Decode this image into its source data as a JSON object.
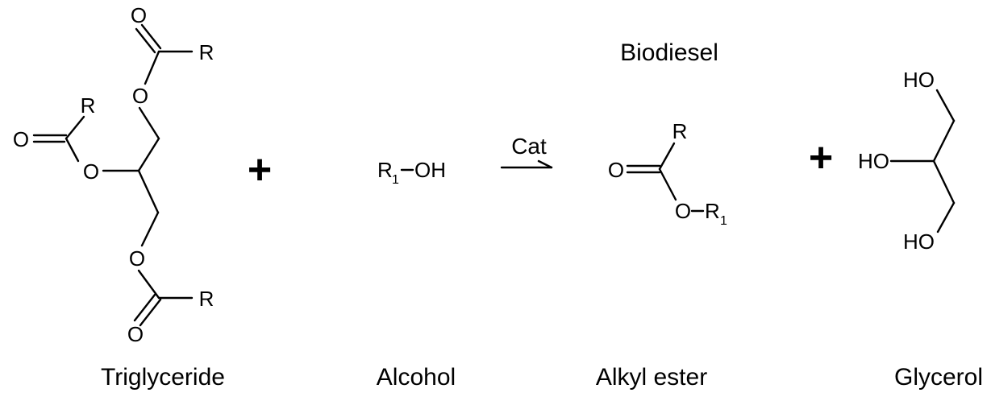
{
  "reaction": {
    "header": "Biodiesel",
    "catalyst": "Cat",
    "plus": "+",
    "species": {
      "triglyceride": {
        "caption": "Triglyceride",
        "r": "R",
        "o": "O"
      },
      "alcohol": {
        "caption": "Alcohol",
        "r": "R",
        "sub": "1",
        "oh": "OH"
      },
      "ester": {
        "caption": "Alkyl ester",
        "r": "R",
        "o": "O",
        "sub": "1"
      },
      "glycerol": {
        "caption": "Glycerol",
        "ho": "HO"
      }
    }
  }
}
